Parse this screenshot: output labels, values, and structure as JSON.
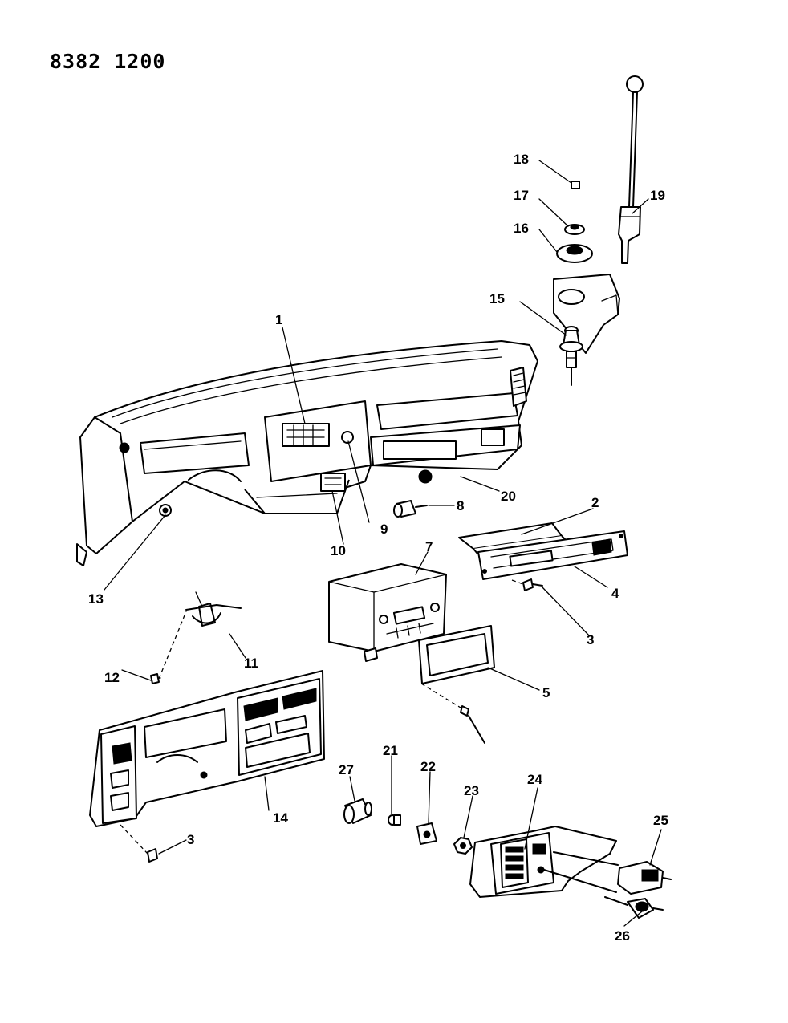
{
  "drawing_code": "8382 1200",
  "callouts": [
    "1",
    "2",
    "3",
    "4",
    "5",
    "7",
    "8",
    "9",
    "10",
    "11",
    "12",
    "13",
    "14",
    "15",
    "16",
    "17",
    "18",
    "19",
    "20",
    "21",
    "22",
    "23",
    "24",
    "25",
    "26",
    "27"
  ]
}
